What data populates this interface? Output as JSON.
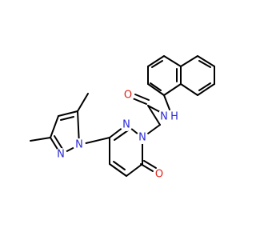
{
  "molecule": {
    "atoms": {
      "n_pz1": {
        "text": "N",
        "color": "#2b2bd6"
      },
      "n_pz2": {
        "text": "N",
        "color": "#2b2bd6"
      },
      "n_pd1": {
        "text": "N",
        "color": "#2b2bd6"
      },
      "n_pd2": {
        "text": "N",
        "color": "#2b2bd6"
      },
      "o_ring": {
        "text": "O",
        "color": "#e0231b"
      },
      "o_amide": {
        "text": "O",
        "color": "#e0231b"
      },
      "n_amide": {
        "text": "N",
        "color": "#2b2bd6"
      },
      "h_amide": {
        "text": "H",
        "color": "#2b2bd6"
      }
    },
    "bond_color": "#000000",
    "background": "#ffffff"
  }
}
